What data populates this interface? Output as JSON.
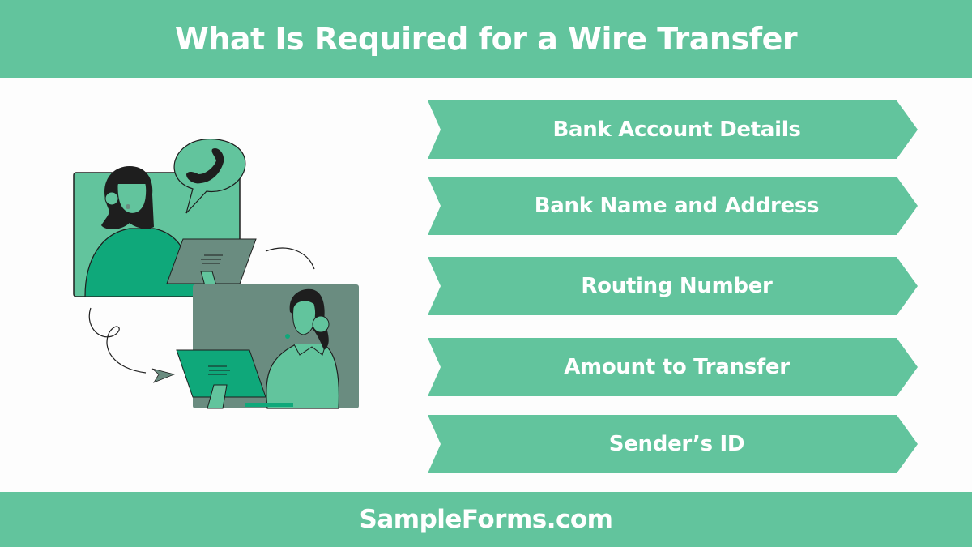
{
  "header": {
    "title": "What Is Required for a Wire Transfer"
  },
  "requirements": [
    {
      "label": "Bank Account Details"
    },
    {
      "label": "Bank Name and Address"
    },
    {
      "label": "Routing Number"
    },
    {
      "label": "Amount to Transfer"
    },
    {
      "label": "Sender’s ID"
    }
  ],
  "illustration": {
    "description": "Two customer service agents with headsets at computers, phone speech bubble, curved arrows connecting them",
    "icons": [
      "phone-icon",
      "speech-bubble-icon",
      "arrow-icon"
    ]
  },
  "footer": {
    "brand": "SampleForms.com"
  },
  "colors": {
    "primary_green": "#62C49D",
    "dark_green": "#0FA87A",
    "gray_green": "#6A8C80",
    "ink": "#1E1E1E",
    "background": "#FDFDFD"
  }
}
